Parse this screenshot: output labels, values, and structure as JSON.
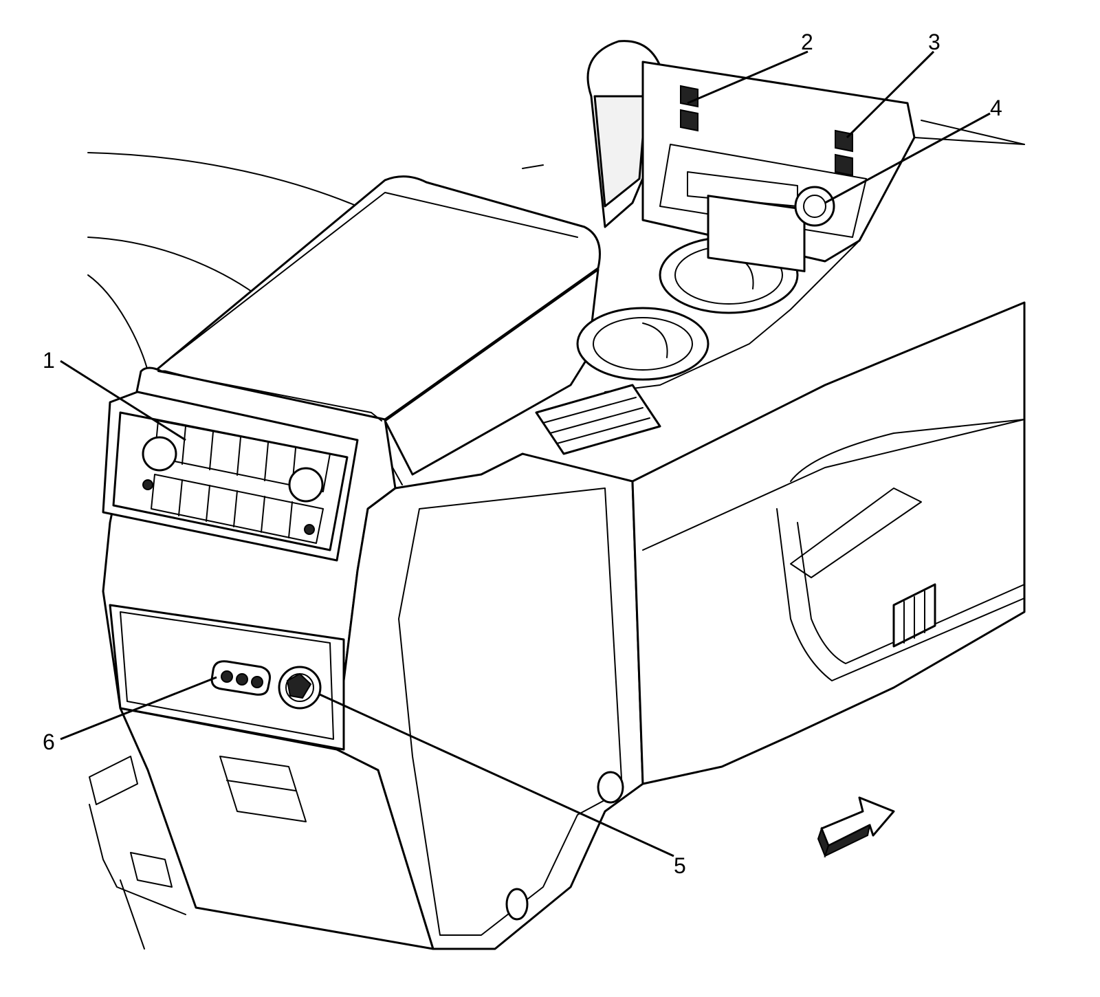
{
  "callouts": [
    {
      "label": "1"
    },
    {
      "label": "2"
    },
    {
      "label": "3"
    },
    {
      "label": "4"
    },
    {
      "label": "5"
    },
    {
      "label": "6"
    }
  ],
  "colors": {
    "line": "#000000",
    "background": "#ffffff"
  },
  "icons": [
    "front-direction-arrow-icon"
  ]
}
